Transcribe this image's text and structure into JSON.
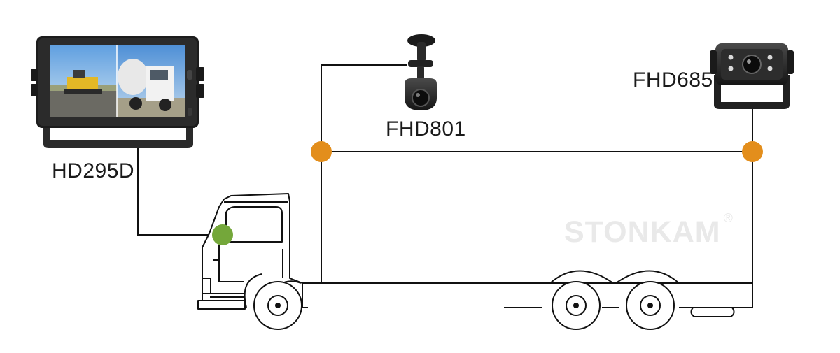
{
  "devices": {
    "monitor": {
      "label": "HD295D"
    },
    "dome_camera": {
      "label": "FHD801"
    },
    "rear_camera": {
      "label": "FHD685"
    }
  },
  "watermark": {
    "text": "STONKAM",
    "mark": "®"
  },
  "colors": {
    "junction": "#e38e1c",
    "cab_connector": "#74a73a",
    "line": "#111111",
    "sky": "#6fa6d8",
    "ground": "#6b6a63"
  }
}
